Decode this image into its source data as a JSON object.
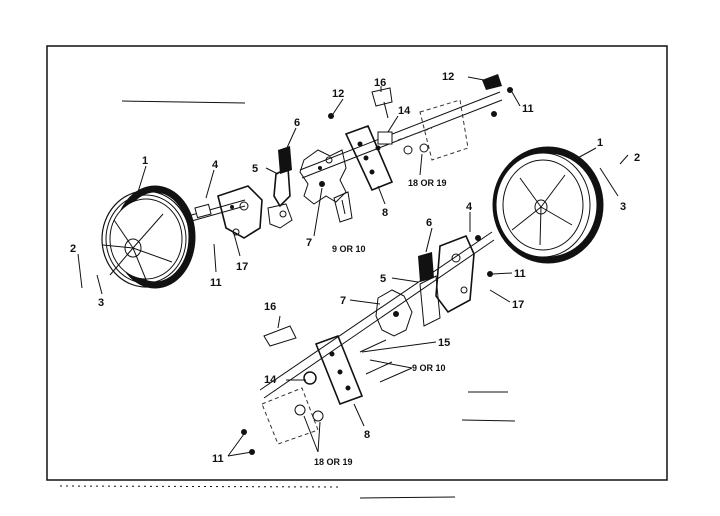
{
  "callouts": [
    {
      "id": "L1a",
      "text": "1"
    },
    {
      "id": "L1b",
      "text": "1"
    },
    {
      "id": "L2a",
      "text": "2"
    },
    {
      "id": "L2b",
      "text": "2"
    },
    {
      "id": "L3a",
      "text": "3"
    },
    {
      "id": "L3b",
      "text": "3"
    },
    {
      "id": "L4a",
      "text": "4"
    },
    {
      "id": "L4b",
      "text": "4"
    },
    {
      "id": "L5a",
      "text": "5"
    },
    {
      "id": "L5b",
      "text": "5"
    },
    {
      "id": "L6a",
      "text": "6"
    },
    {
      "id": "L6b",
      "text": "6"
    },
    {
      "id": "L7a",
      "text": "7"
    },
    {
      "id": "L7b",
      "text": "7"
    },
    {
      "id": "L8a",
      "text": "8"
    },
    {
      "id": "L8b",
      "text": "8"
    },
    {
      "id": "L9a",
      "text": "9 OR 10"
    },
    {
      "id": "L9b",
      "text": "9 OR 10"
    },
    {
      "id": "L11a",
      "text": "11"
    },
    {
      "id": "L11b",
      "text": "11"
    },
    {
      "id": "L11c",
      "text": "11"
    },
    {
      "id": "L11d",
      "text": "11"
    },
    {
      "id": "L12a",
      "text": "12"
    },
    {
      "id": "L12b",
      "text": "12"
    },
    {
      "id": "L14a",
      "text": "14"
    },
    {
      "id": "L14b",
      "text": "14"
    },
    {
      "id": "L15a",
      "text": "15"
    },
    {
      "id": "L16a",
      "text": "16"
    },
    {
      "id": "L16b",
      "text": "16"
    },
    {
      "id": "L17a",
      "text": "17"
    },
    {
      "id": "L17b",
      "text": "17"
    },
    {
      "id": "L18a",
      "text": "18 OR 19"
    },
    {
      "id": "L18b",
      "text": "18 OR 19"
    }
  ]
}
